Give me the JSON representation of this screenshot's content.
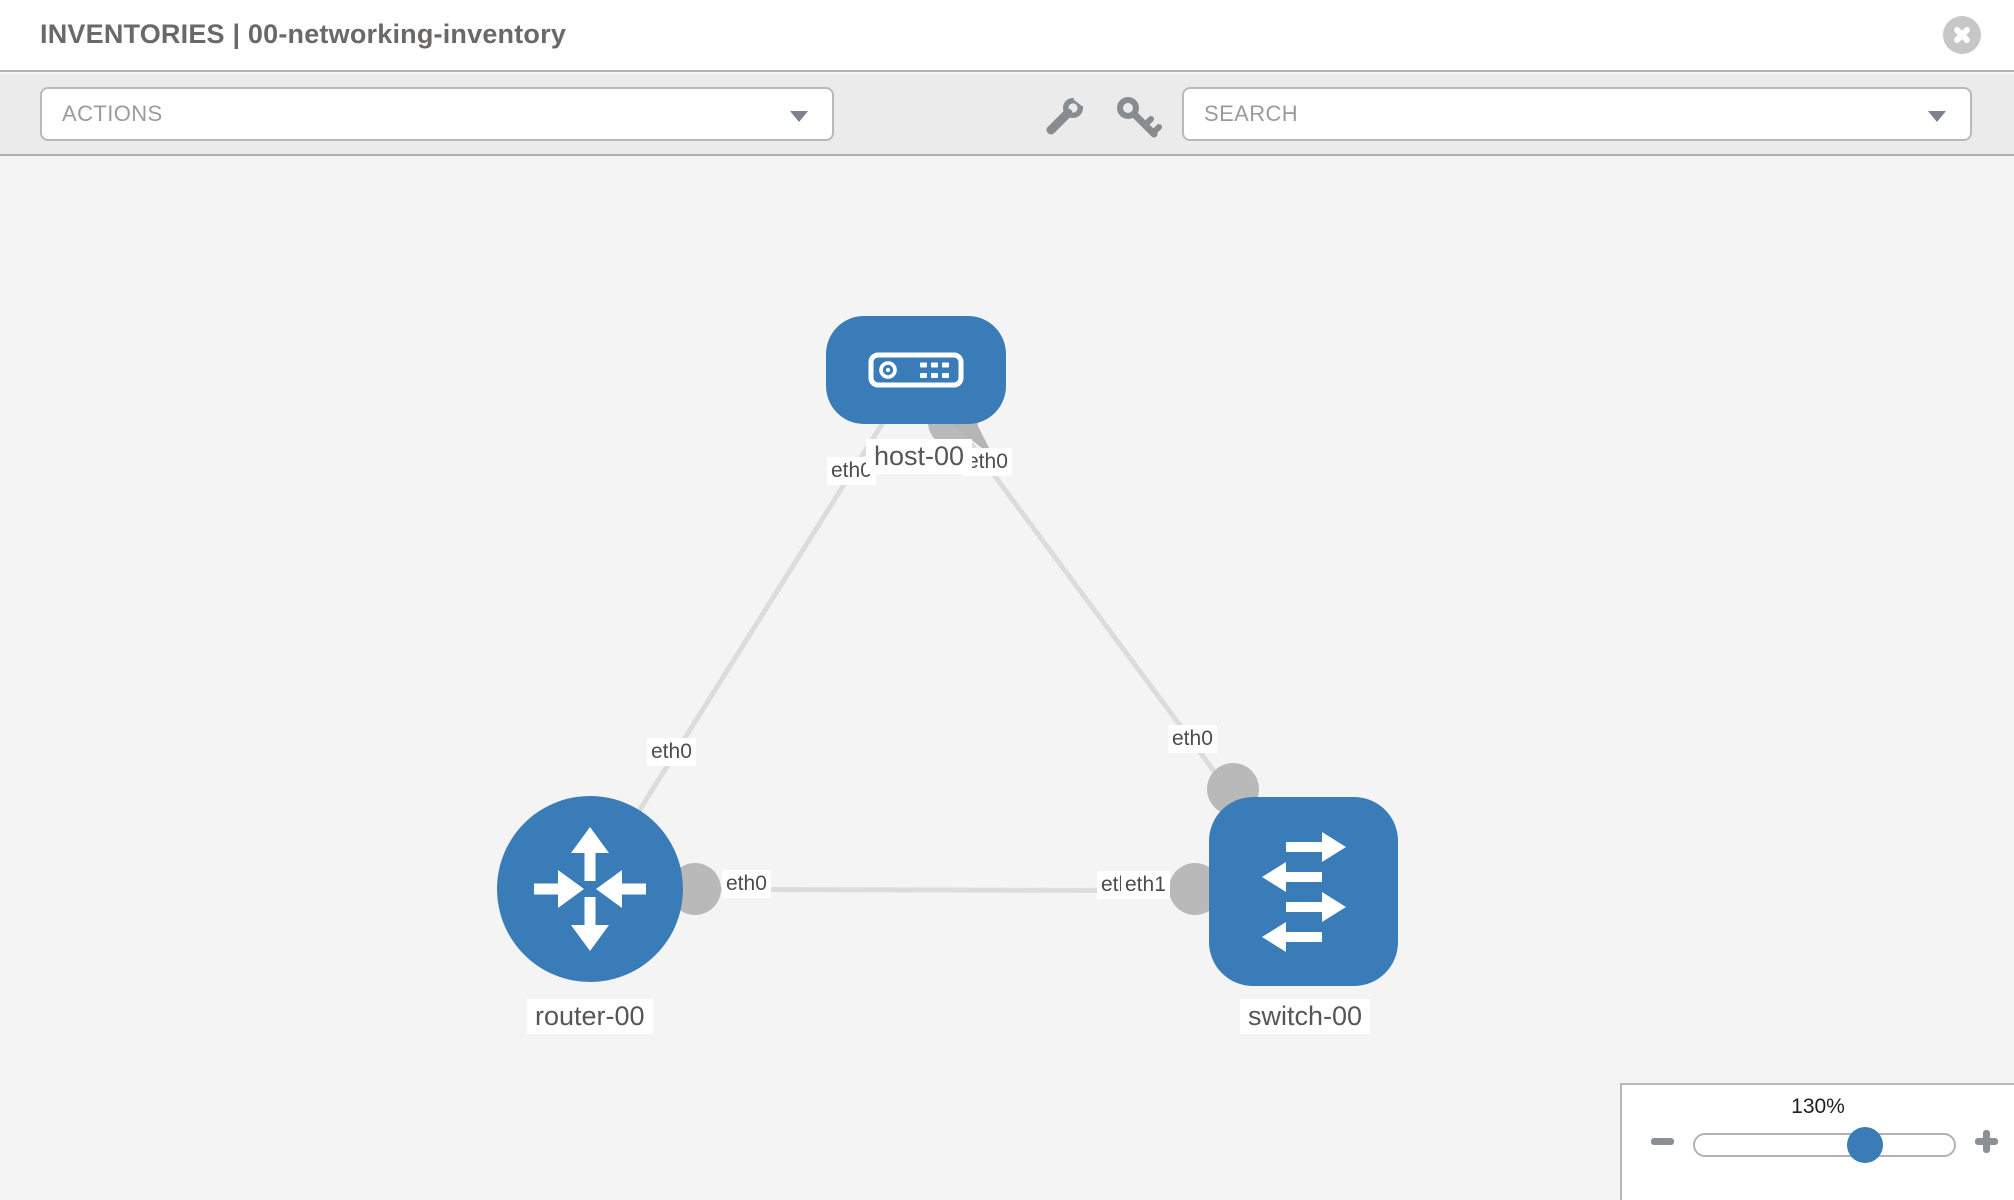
{
  "header": {
    "title": "INVENTORIES | 00-networking-inventory"
  },
  "toolbar": {
    "actions_label": "ACTIONS",
    "search_placeholder": "SEARCH"
  },
  "icons": {
    "close": "x-circle",
    "actions_dropdown": "chevron-down",
    "search_dropdown": "chevron-down",
    "tools": "wrench",
    "credentials": "key",
    "zoom_out": "minus",
    "zoom_in": "plus",
    "host_node": "server",
    "router_node": "router-arrows",
    "switch_node": "switch-arrows"
  },
  "topology": {
    "inventory": "00-networking-inventory",
    "nodes": [
      {
        "id": "host-00",
        "type": "host",
        "label": "host-00"
      },
      {
        "id": "router-00",
        "type": "router",
        "label": "router-00"
      },
      {
        "id": "switch-00",
        "type": "switch",
        "label": "switch-00"
      }
    ],
    "links": [
      {
        "source": "host-00",
        "source_interface": "eth0",
        "target": "router-00",
        "target_interface": "eth0"
      },
      {
        "source": "host-00",
        "source_interface": "eth0",
        "target": "switch-00",
        "target_interface": "eth0"
      },
      {
        "source": "router-00",
        "source_interface": "eth0",
        "target": "switch-00",
        "target_interface": "eth1"
      }
    ],
    "labels": {
      "host": "host-00",
      "router": "router-00",
      "switch": "switch-00",
      "host_iface_left": "eth0",
      "host_iface_right": "eth0",
      "router_top_iface": "eth0",
      "switch_top_iface": "eth0",
      "router_right_iface": "eth0",
      "switch_left_iface_back": "eth0",
      "switch_left_iface_front": "eth1"
    },
    "colors": {
      "node_blue": "#3a7cb7",
      "link_gray": "#dcdcdd",
      "interface_gray": "#b9b9b9",
      "canvas_bg": "#f4f4f5"
    }
  },
  "zoom_control": {
    "level": "130%"
  }
}
